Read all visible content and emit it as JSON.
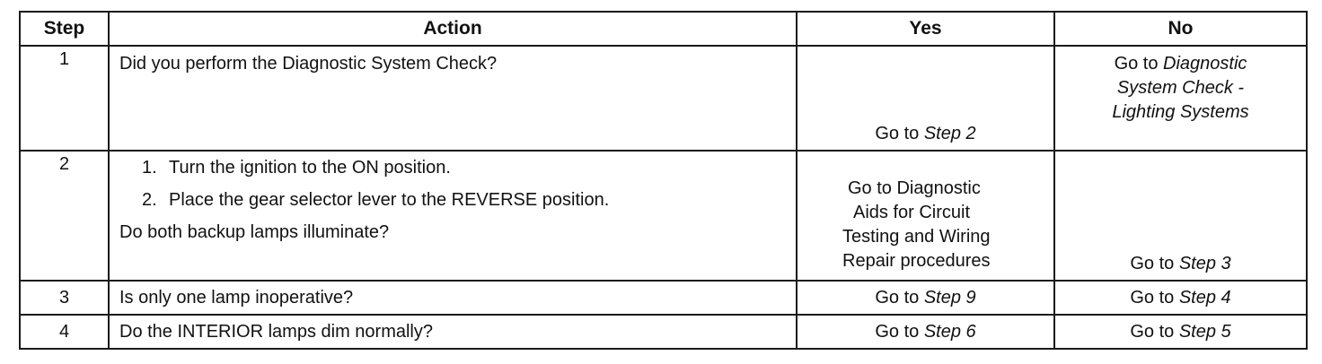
{
  "table": {
    "headers": {
      "step": "Step",
      "action": "Action",
      "yes": "Yes",
      "no": "No"
    },
    "rows": [
      {
        "step": "1",
        "action": "Did you perform the Diagnostic System Check?",
        "yes_prefix": "Go to",
        "yes_ref": "Step 2",
        "no_prefix": "Go to",
        "no_ref_line1": "Diagnostic",
        "no_ref_line2": "System Check -",
        "no_ref_line3": "Lighting Systems"
      },
      {
        "step": "2",
        "action_items": [
          {
            "num": "1.",
            "text": "Turn the ignition to the ON position."
          },
          {
            "num": "2.",
            "text": "Place the gear selector lever to the REVERSE position."
          }
        ],
        "action_question": "Do both backup lamps illuminate?",
        "yes_lines": [
          "Go to Diagnostic",
          "Aids for Circuit",
          "Testing and Wiring",
          "Repair procedures"
        ],
        "no_prefix": "Go to",
        "no_ref": "Step 3"
      },
      {
        "step": "3",
        "action": "Is only one lamp inoperative?",
        "yes_prefix": "Go to",
        "yes_ref": "Step 9",
        "no_prefix": "Go to",
        "no_ref": "Step 4"
      },
      {
        "step": "4",
        "action": "Do the INTERIOR lamps dim normally?",
        "yes_prefix": "Go to",
        "yes_ref": "Step 6",
        "no_prefix": "Go to",
        "no_ref": "Step 5"
      }
    ]
  }
}
